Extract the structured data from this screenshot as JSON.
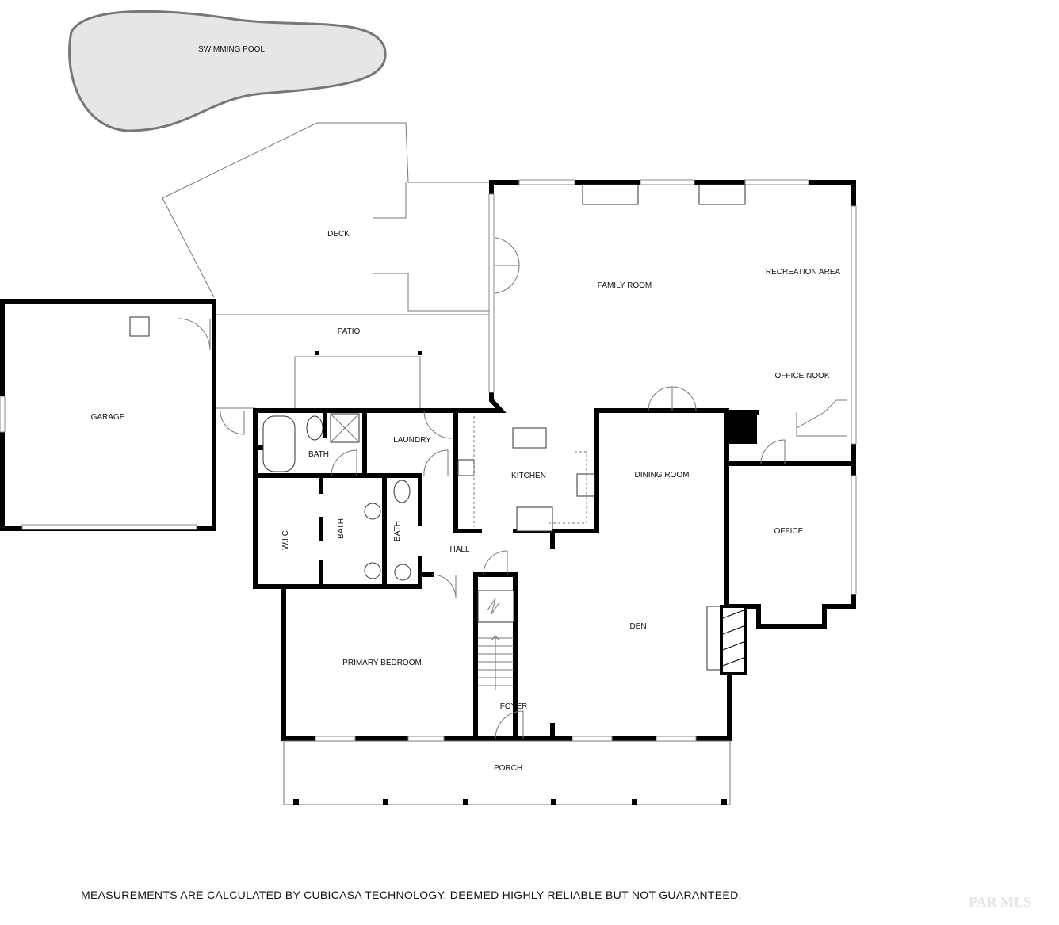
{
  "rooms": {
    "pool": "SWIMMING POOL",
    "deck": "DECK",
    "patio": "PATIO",
    "garage": "GARAGE",
    "family_room": "FAMILY ROOM",
    "recreation_area": "RECREATION AREA",
    "office_nook": "OFFICE NOOK",
    "bath_upper": "BATH",
    "laundry": "LAUNDRY",
    "kitchen": "KITCHEN",
    "dining_room": "DINING ROOM",
    "wic": "W.I.C.",
    "bath_primary": "BATH",
    "bath_hall": "BATH",
    "hall": "HALL",
    "office": "OFFICE",
    "den": "DEN",
    "primary_bedroom": "PRIMARY BEDROOM",
    "foyer": "FOYER",
    "porch": "PORCH"
  },
  "disclaimer": "MEASUREMENTS ARE CALCULATED BY CUBICASA TECHNOLOGY. DEEMED HIGHLY RELIABLE BUT NOT GUARANTEED.",
  "watermark": "PAR MLS"
}
